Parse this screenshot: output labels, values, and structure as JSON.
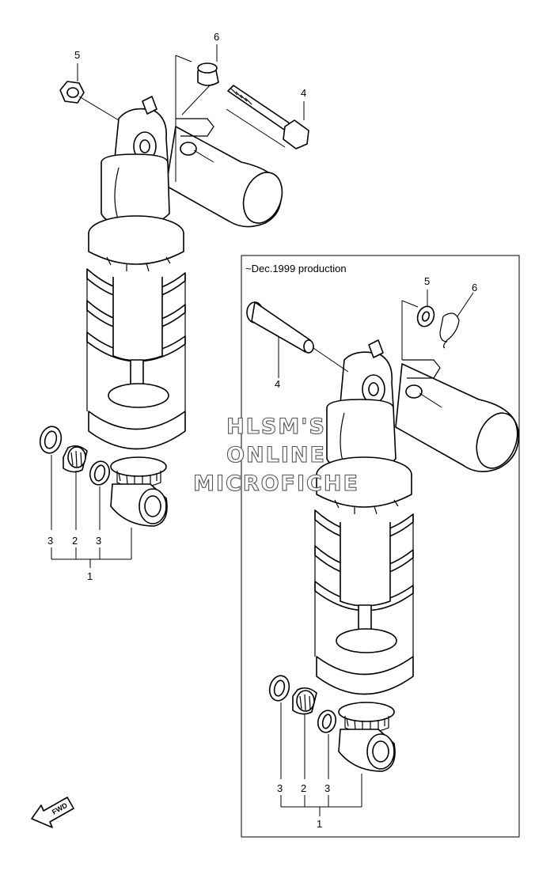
{
  "diagram": {
    "left_assembly": {
      "callouts": {
        "nut": "5",
        "collar": "6",
        "bolt": "4",
        "washer_a": "3",
        "bearing": "2",
        "washer_b": "3",
        "assembly": "1"
      }
    },
    "right_assembly": {
      "note": "~Dec.1999 production",
      "callouts": {
        "washer": "5",
        "clip": "6",
        "pin": "4",
        "washer_a": "3",
        "bearing": "2",
        "washer_b": "3",
        "assembly": "1"
      }
    },
    "watermark": {
      "line1": "HLSM'S",
      "line2": "ONLINE",
      "line3": "MICROFICHE"
    },
    "fwd_badge": "FWD"
  }
}
